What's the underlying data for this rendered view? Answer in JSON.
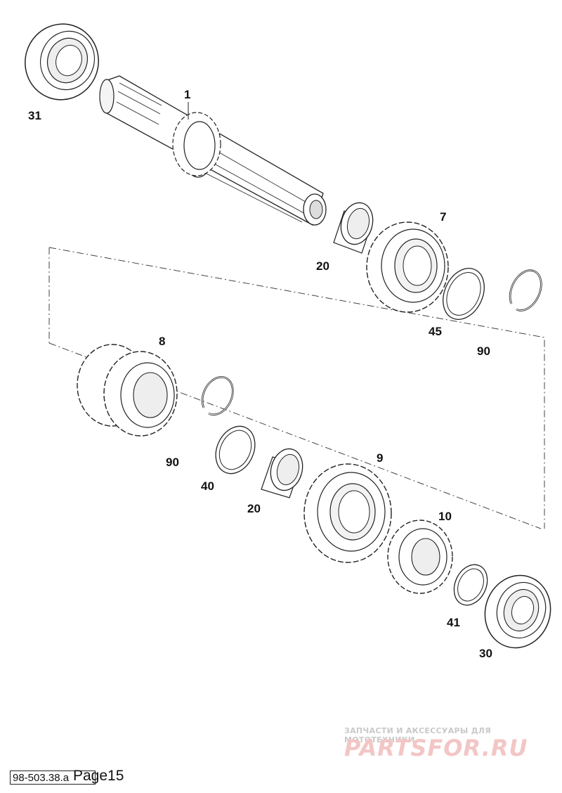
{
  "diagram": {
    "parts": [
      {
        "ref": "1",
        "kind": "shaft"
      },
      {
        "ref": "31",
        "kind": "bearing"
      },
      {
        "ref": "20",
        "kind": "bushing"
      },
      {
        "ref": "7",
        "kind": "gear"
      },
      {
        "ref": "45",
        "kind": "washer"
      },
      {
        "ref": "90",
        "kind": "circlip"
      },
      {
        "ref": "8",
        "kind": "double-gear"
      },
      {
        "ref": "90",
        "kind": "circlip"
      },
      {
        "ref": "40",
        "kind": "washer"
      },
      {
        "ref": "20",
        "kind": "bushing"
      },
      {
        "ref": "9",
        "kind": "gear"
      },
      {
        "ref": "10",
        "kind": "gear"
      },
      {
        "ref": "41",
        "kind": "washer"
      },
      {
        "ref": "30",
        "kind": "bearing"
      }
    ]
  },
  "footer": {
    "code": "98-503.38.a",
    "page": "Page15"
  },
  "watermark": {
    "tagline": "ЗАПЧАСТИ И АКСЕССУАРЫ ДЛЯ МОТОТЕХНИКИ",
    "brand": "PARTSFOR.RU"
  }
}
